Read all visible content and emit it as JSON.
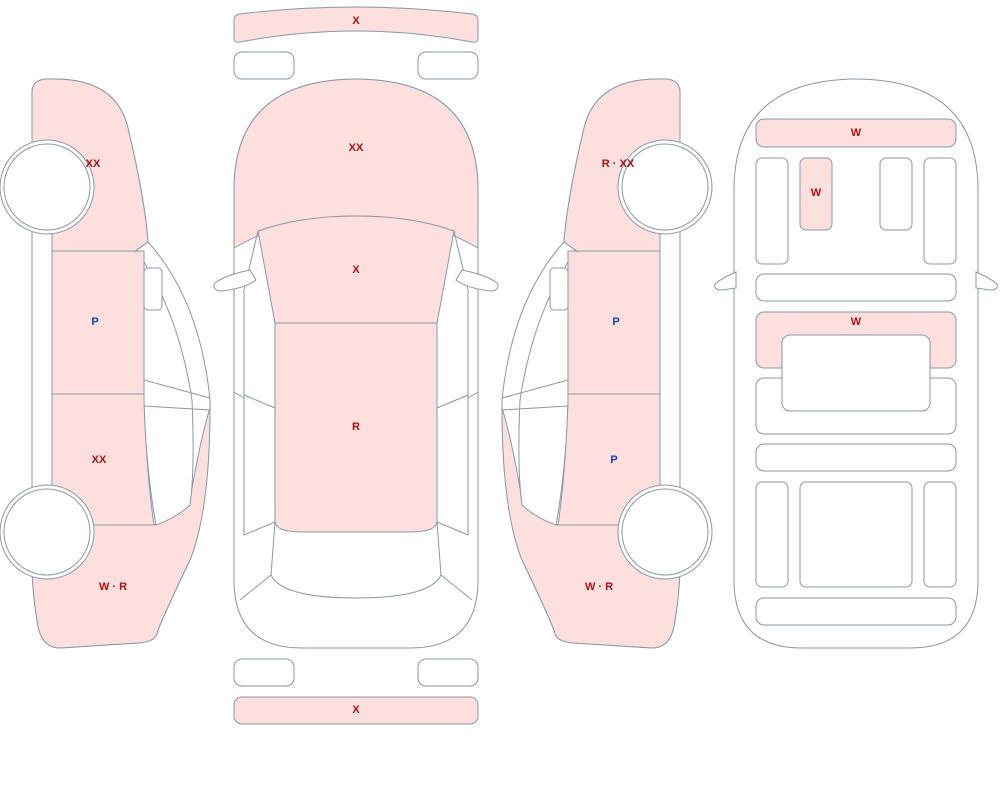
{
  "colors": {
    "damage_fill": "#fde0dd",
    "outline": "#8a97a8",
    "damage_text": "#b01010",
    "paint_text": "#1a3fb0"
  },
  "labels": {
    "left_front_fender": "XX",
    "left_front_door": "P",
    "left_rear_door": "XX",
    "left_rear_quarter": "W · R",
    "front_bumper": "X",
    "hood": "XX",
    "windshield": "X",
    "roof": "R",
    "rear_bumper": "X",
    "right_front_fender": "R · XX",
    "right_front_door": "P",
    "right_rear_door": "P",
    "right_rear_quarter": "W · R",
    "interior_dashboard": "W",
    "interior_steering": "W",
    "interior_front_seats": "W"
  }
}
